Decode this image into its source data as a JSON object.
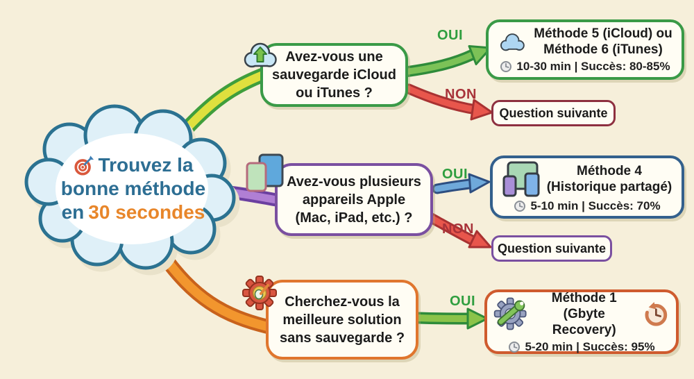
{
  "title": {
    "line1": "Trouvez la",
    "line2": "bonne méthode",
    "line3_prefix": "en",
    "line3_highlight": "30 secondes"
  },
  "labels": {
    "oui": "OUI",
    "non": "NON",
    "next_question": "Question suivante"
  },
  "branches": [
    {
      "id": "backup-question",
      "icon": "cloud-upload-icon",
      "question_lines": [
        "Avez-vous une",
        "sauvegarde iCloud",
        "ou iTunes ?"
      ],
      "result": {
        "icon": "cloud-icon",
        "title_lines": [
          "Méthode 5 (iCloud) ou",
          "Méthode 6 (iTunes)"
        ],
        "meta": "10-30 min | Succès: 80-85%"
      },
      "non_target": "next-question"
    },
    {
      "id": "multi-device-question",
      "icon": "apple-devices-icon",
      "question_lines": [
        "Avez-vous plusieurs",
        "appareils Apple",
        "(Mac, iPad, etc.) ?"
      ],
      "result": {
        "icon": "multi-devices-icon",
        "title_lines": [
          "Méthode 4",
          "(Historique partagé)"
        ],
        "meta": "5-10 min | Succès: 70%"
      },
      "non_target": "next-question"
    },
    {
      "id": "no-backup-question",
      "icon": "gear-icon",
      "question_lines": [
        "Cherchez-vous la",
        "meilleure solution",
        "sans sauvegarde ?"
      ],
      "result": {
        "icon": "gear-wrench-icon",
        "title_lines": [
          "Méthode 1",
          "(Gbyte Recovery)"
        ],
        "meta": "5-20 min | Succès: 95%"
      }
    }
  ],
  "colors": {
    "background": "#f6efda",
    "green": "#3a9a47",
    "purple": "#7a4fa0",
    "orange": "#e0762e",
    "navy_blue": "#33608d",
    "dark_red": "#8e3040",
    "arrow_red": "#e8564c",
    "title_blue": "#2d6e93",
    "title_orange": "#e8862a"
  }
}
